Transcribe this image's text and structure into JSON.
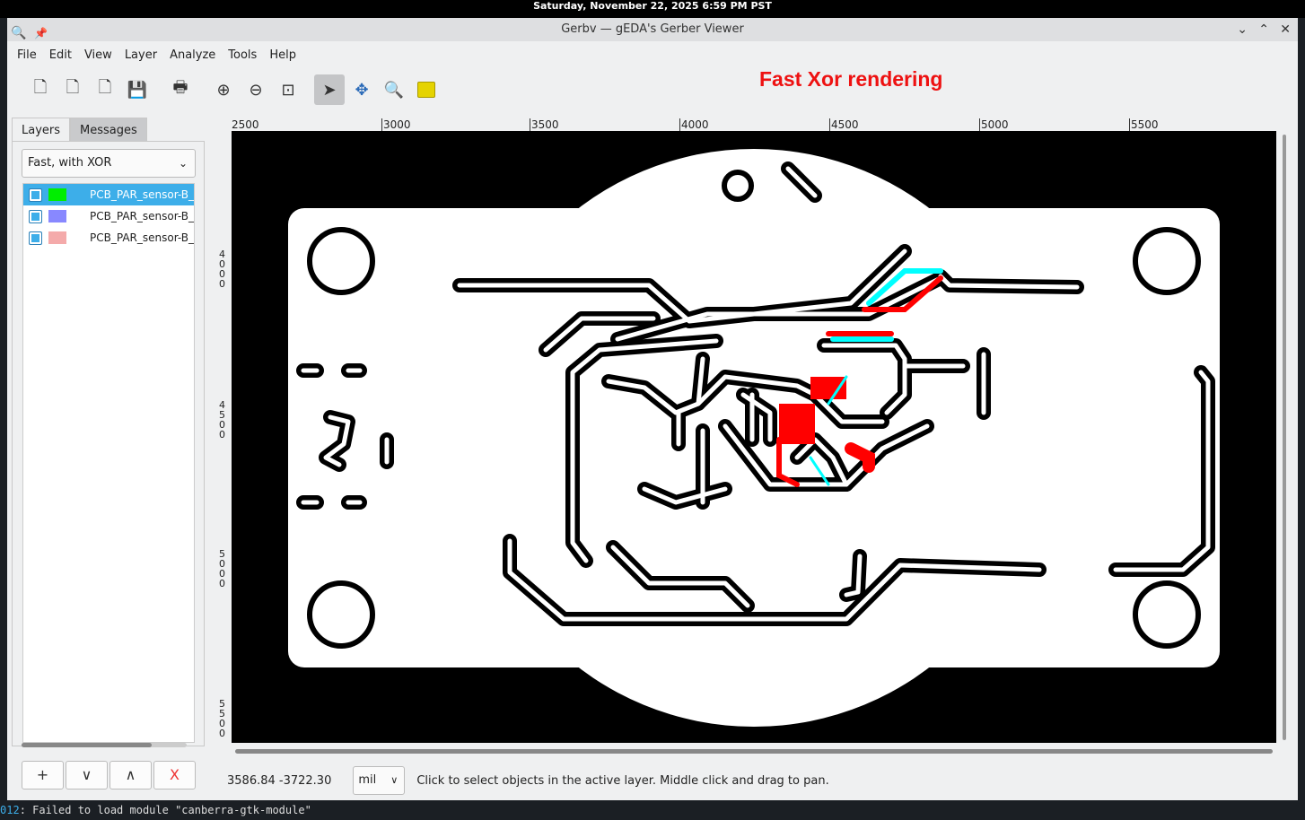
{
  "system": {
    "datetime": "Saturday, November 22, 2025  6:59 PM PST"
  },
  "window": {
    "title": "Gerbv — gEDA's Gerber Viewer"
  },
  "menu": [
    "File",
    "Edit",
    "View",
    "Layer",
    "Analyze",
    "Tools",
    "Help"
  ],
  "overlay_label": "Fast Xor rendering",
  "tabs": {
    "layers": "Layers",
    "messages": "Messages"
  },
  "render_mode": "Fast, with XOR",
  "layers": [
    {
      "name": "PCB_PAR_sensor-B_",
      "color": "#00ee00",
      "checked": true,
      "selected": true
    },
    {
      "name": "PCB_PAR_sensor-B_",
      "color": "#8888ff",
      "checked": true,
      "selected": false
    },
    {
      "name": "PCB_PAR_sensor-B_",
      "color": "#f4aaaa",
      "checked": true,
      "selected": false
    }
  ],
  "layer_buttons": {
    "add": "+",
    "down": "∨",
    "up": "∧",
    "remove": "X"
  },
  "ruler": {
    "top": [
      "2500",
      "3000",
      "3500",
      "4000",
      "4500",
      "5000",
      "5500"
    ],
    "left": [
      "4000",
      "4500",
      "5000",
      "5500"
    ]
  },
  "status": {
    "coords": "3586.84 -3722.30",
    "unit": "mil",
    "message": "Click to select objects in the active layer. Middle click and drag to pan."
  },
  "terminal": {
    "line_num": "012",
    "line_text": ": Failed to load module \"canberra-gtk-module\""
  }
}
